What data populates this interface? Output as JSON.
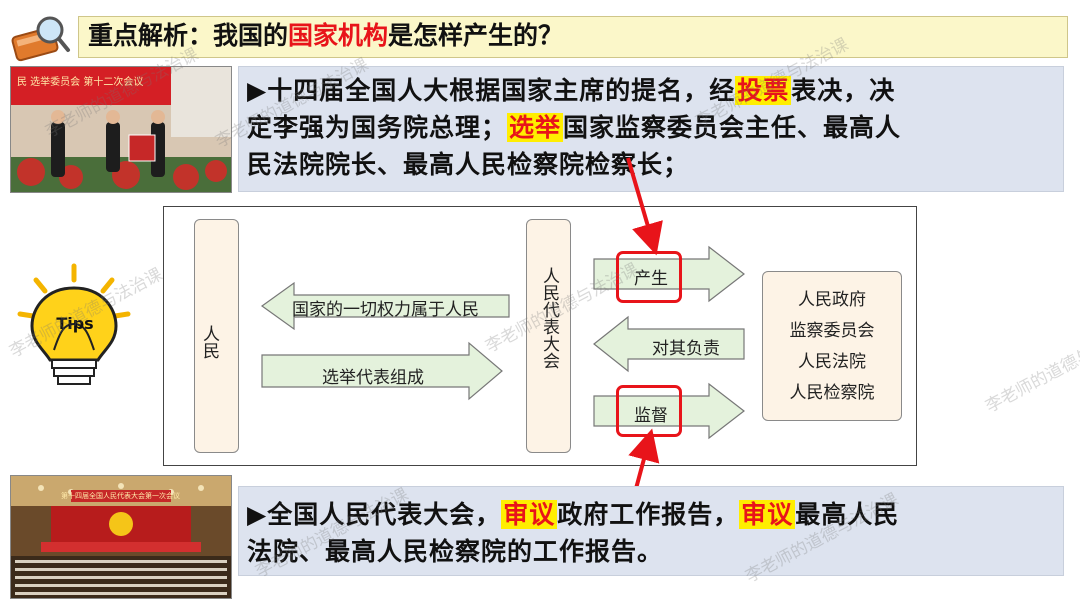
{
  "title": {
    "prefix": "重点解析：我国的",
    "highlight": "国家机构",
    "suffix": "是怎样产生的？"
  },
  "panel_top": {
    "marker": "▶",
    "line1_a": "十四届全国人大根据国家主席的提名，经",
    "line1_hl": "投票",
    "line1_b": "表决，决",
    "line2_a": "定李强为国务院总理；",
    "line2_hl": "选举",
    "line2_b": "国家监察委员会主任、最高人",
    "line3": "民法院院长、最高人民检察院检察长；"
  },
  "panel_bottom": {
    "marker": "▶",
    "line1_a": "全国人民代表大会，",
    "line1_hl1": "审议",
    "line1_b": "政府工作报告，",
    "line1_hl2": "审议",
    "line1_c": "最高人民",
    "line2": "法院、最高人民检察院的工作报告。"
  },
  "diagram": {
    "people": "人民",
    "congress": "人民代表大会",
    "organs": [
      "人民政府",
      "监察委员会",
      "人民法院",
      "人民检察院"
    ],
    "arrow_power": "国家的一切权力属于人民",
    "arrow_elect": "选举代表组成",
    "arrow_produce": "产生",
    "arrow_responsible": "对其负责",
    "arrow_supervise": "监督"
  },
  "tips_label": "Tips",
  "watermark": "李老师的道德与法治课",
  "photo_top_banner": "民 选举委员会 第十二次会议",
  "photo_bottom_banner": "第十四届全国人民代表大会第一次会议",
  "colors": {
    "accent_red": "#e8141a",
    "highlight_yellow": "#ffee00",
    "panel_bg": "#dde3ef",
    "title_bg": "#fbf7c9",
    "arrow_fill": "#e4f2dc"
  }
}
